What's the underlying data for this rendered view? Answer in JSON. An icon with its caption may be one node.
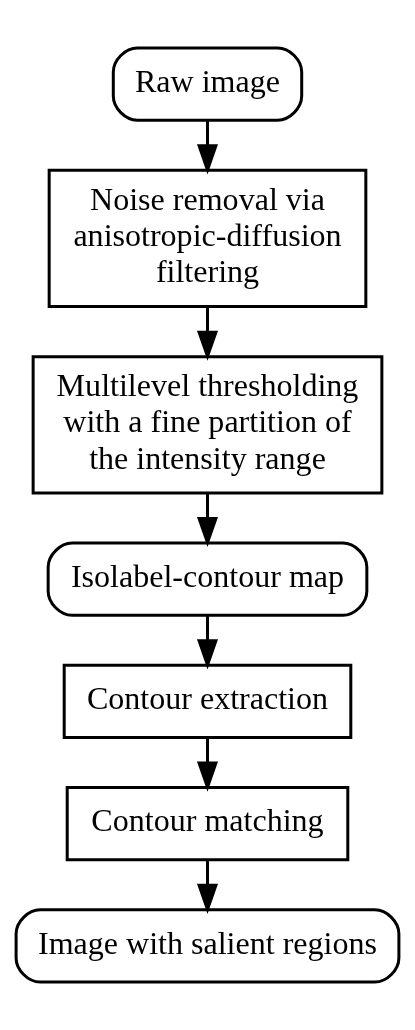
{
  "diagram": {
    "nodes": [
      {
        "text": [
          "Raw image"
        ]
      },
      {
        "text": [
          "Noise removal via anisotropic-diffusion filtering"
        ]
      },
      {
        "text": [
          "Multilevel thresholding with a fine partition of the intensity range"
        ]
      },
      {
        "text": [
          "Isolabel-contour map"
        ]
      },
      {
        "text": [
          "Contour extraction"
        ]
      },
      {
        "text": [
          "Contour matching"
        ]
      },
      {
        "text": [
          "Image with salient regions"
        ]
      }
    ],
    "edges": [
      {
        "from": 0,
        "to": 1,
        "arrow": "to"
      },
      {
        "from": 1,
        "to": 2,
        "arrow": "to"
      },
      {
        "from": 2,
        "to": 3,
        "arrow": "to"
      },
      {
        "from": 3,
        "to": 4,
        "arrow": "to"
      },
      {
        "from": 4,
        "to": 5,
        "arrow": "to"
      },
      {
        "from": 5,
        "to": 6,
        "arrow": "to"
      }
    ]
  }
}
